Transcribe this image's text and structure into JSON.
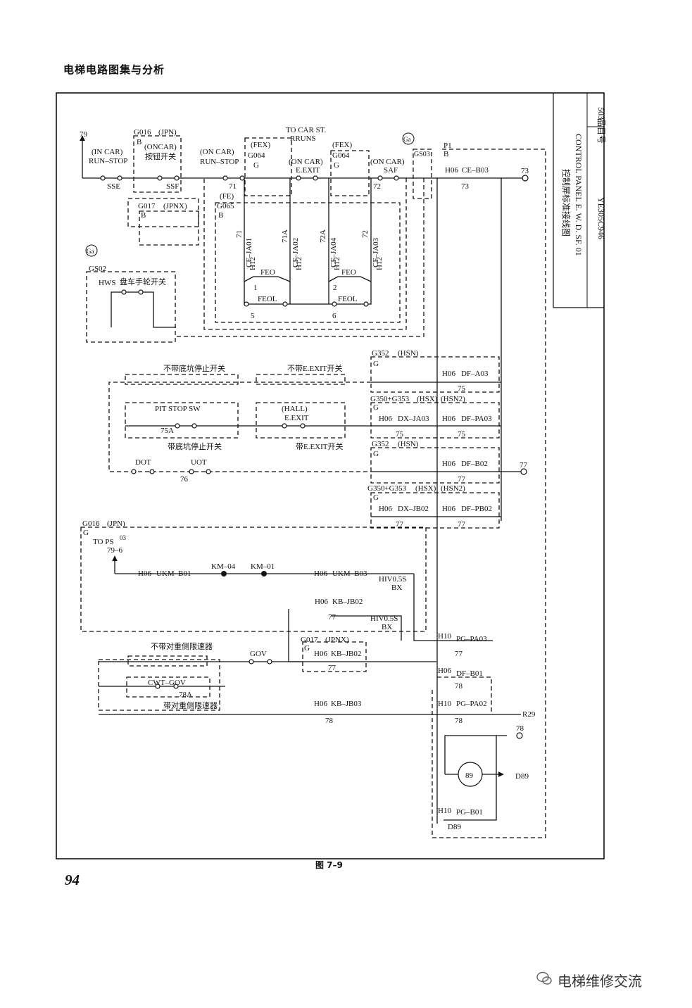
{
  "page": {
    "header": "电梯电路图集与分析",
    "page_number": "94",
    "figure_caption": "图 7–9",
    "watermark": "电梯维修交流"
  },
  "title_block": {
    "code_label": "品目号",
    "code": "503",
    "title_cn": "控制屏标准接线图",
    "title_en": "CONTROL PANEL E. W. D. SF. 01",
    "drawing_no": "YE305C946"
  },
  "diagram": {
    "labels": {
      "t79": "79",
      "g016_top": "G016",
      "jpn_top": "(JPN)",
      "b_top": "B",
      "oncar1": "(ONCAR)",
      "button_sw": "按钮开关",
      "incar": "(IN CAR)",
      "run_stop1": "RUN–STOP",
      "sse": "SSE",
      "ssf": "SSF",
      "oncar2": "(ON CAR)",
      "run_stop2": "RUN–STOP",
      "n71": "71",
      "g017_top": "G017",
      "jpnx_top": "(JPNX)",
      "b_g017": "B",
      "to_car": "TO CAR ST.",
      "rruns": "RRUNS",
      "fex1": "(FEX)",
      "g064a": "G064",
      "g_a": "G",
      "oncar3": "(ON CAR)",
      "eexit1": "E.EXIT",
      "fex2": "(FEX)",
      "g064b": "G064",
      "g_b": "G",
      "oncar4": "(ON CAR)",
      "saf": "SAF",
      "n72": "72",
      "ga1": "Ga",
      "gs03": "GS03",
      "p1": "P1",
      "b_p1": "B",
      "h06_ce": "H06",
      "ce_b03": "CE–B03",
      "n73a": "73",
      "n73b": "73",
      "fe": "(FE)",
      "g065": "G065",
      "b_g065": "B",
      "c71": "71",
      "cf_ja01": "CF–JA01",
      "c71a": "71A",
      "cf_ja02": "CF–JA02",
      "c72a": "72A",
      "cf_ja04": "CF–JA04",
      "c72": "72",
      "cf_ja03": "CF–JA03",
      "h12a": "H12",
      "h12b": "H12",
      "h12c": "H12",
      "h12d": "H12",
      "feo1": "FEO",
      "feo2": "FEO",
      "n1": "1",
      "n2": "2",
      "feol1": "FEOL",
      "feol2": "FEOL",
      "n5": "5",
      "n6": "6",
      "ga2": "Ga",
      "gs02": "GS02",
      "hws": "HWS",
      "hws_cn": "盘车手轮开关",
      "no_pit": "不带底坑停止开关",
      "no_eexit": "不带E.EXIT开关",
      "pit_stop": "PIT STOP SW",
      "n75a": "75A",
      "with_pit": "带底坑停止开关",
      "hall": "(HALL)",
      "eexit2": "E.EXIT",
      "with_eexit": "带E.EXIT开关",
      "dot": "DOT",
      "uot": "UOT",
      "n76": "76",
      "g352a": "G352",
      "hsn1": "(HSN)",
      "g_c": "G",
      "h06_dfa03": "H06",
      "df_a03": "DF–A03",
      "n75_1": "75",
      "g350a": "G350+G353",
      "hsx1": "(HSX)",
      "hsn2a": "(HSN2)",
      "g_d": "G",
      "h06_dxja03": "H06",
      "dx_ja03": "DX–JA03",
      "h06_dfpa03": "H06",
      "df_pa03": "DF–PA03",
      "n75_2": "75",
      "n75_3": "75",
      "g352b": "G352",
      "hsn3": "(HSN)",
      "g_e": "G",
      "h06_dfb02": "H06",
      "df_b02": "DF–B02",
      "n77a": "77",
      "n77b": "77",
      "g350b": "G350+G353",
      "hsx2": "(HSX)",
      "hsn2b": "(HSN2)",
      "g_f": "G",
      "h06_dxjb02": "H06",
      "dx_jb02": "DX–JB02",
      "h06_dfpb02": "H06",
      "df_pb02": "DF–PB02",
      "n77c": "77",
      "n77d": "77",
      "g016_mid": "G016",
      "jpn_mid": "(JPN)",
      "g_g": "G",
      "to_ps": "TO  PS",
      "ps03": "03",
      "n79_6": "79–6",
      "h06_ukmb01": "H06",
      "ukm_b01": "UKM–B01",
      "km04": "KM–04",
      "km01": "KM–01",
      "h06_ukmb03": "H06",
      "ukm_b03": "UKM–B03",
      "hiv1": "HIV0.5S",
      "bx1": "BX",
      "h06_kbjb02a": "H06",
      "kb_jb02a": "KB–JB02",
      "n77e": "77",
      "hiv2": "HIV0.5S",
      "bx2": "BX",
      "h10_pgpa03": "H10",
      "pg_pa03": "PG–PA03",
      "n77f": "77",
      "no_gov": "不带对重侧限速器",
      "gov": "GOV",
      "g017_mid": "G017",
      "jpnx_mid": "(JPNX)",
      "g_h": "G",
      "h06_kbjb02b": "H06",
      "kb_jb02b": "KB–JB02",
      "n77g": "77",
      "cwt_gov": "CWT–GOV",
      "n78a": "78A",
      "with_gov": "带对重侧限速器",
      "h06_dfb01": "H06",
      "df_b01": "DF–B01",
      "n78_1": "78",
      "h06_kbjb03": "H06",
      "kb_jb03": "KB–JB03",
      "n78_2": "78",
      "h10_pgpa02": "H10",
      "pg_pa02": "PG–PA02",
      "n78_3": "78",
      "r29": "R29",
      "n78_4": "78",
      "m89": "89",
      "d89a": "D89",
      "h10_pgb01": "H10",
      "pg_b01": "PG–B01",
      "d89b": "D89"
    }
  }
}
